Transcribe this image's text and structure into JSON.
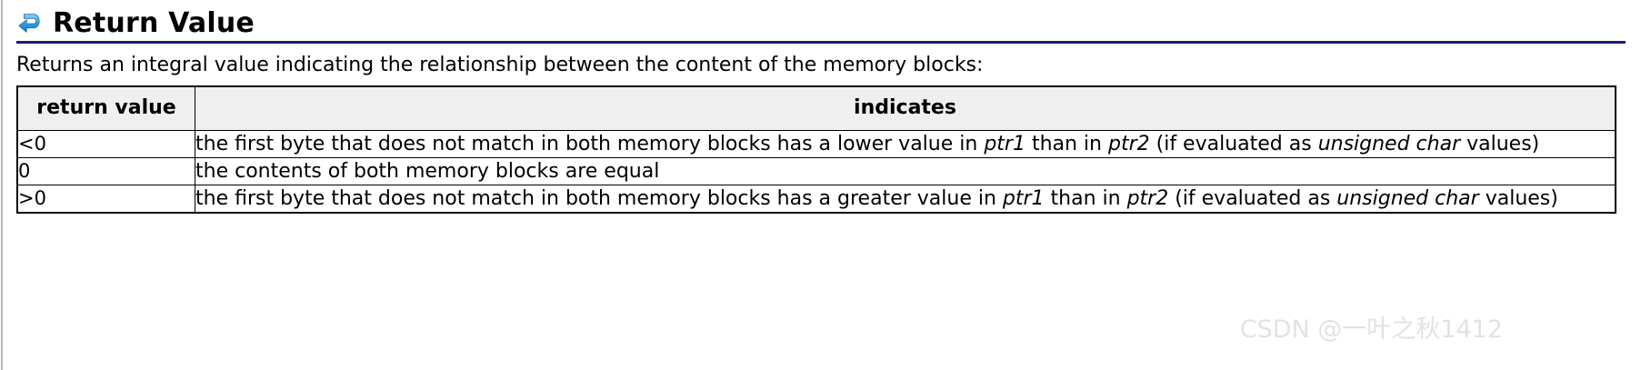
{
  "page": {
    "heading": {
      "icon": "return-arrow-icon",
      "title": "Return Value",
      "rule_color": "#1b1b7a"
    },
    "intro": "Returns an integral value indicating the relationship between the content of the memory blocks:",
    "table": {
      "headers": {
        "return_value": "return value",
        "indicates": "indicates"
      },
      "header_bg": "#efefef",
      "rows": [
        {
          "value": "<0",
          "parts": [
            {
              "text": "the first byte that does not match in both memory blocks has a lower value in ",
              "italic": false
            },
            {
              "text": "ptr1",
              "italic": true
            },
            {
              "text": " than in ",
              "italic": false
            },
            {
              "text": "ptr2",
              "italic": true
            },
            {
              "text": " (if evaluated as ",
              "italic": false
            },
            {
              "text": "unsigned char",
              "italic": true
            },
            {
              "text": " values)",
              "italic": false
            }
          ]
        },
        {
          "value": "0",
          "parts": [
            {
              "text": "the contents of both memory blocks are equal",
              "italic": false
            }
          ]
        },
        {
          "value": ">0",
          "parts": [
            {
              "text": "the first byte that does not match in both memory blocks has a greater value in ",
              "italic": false
            },
            {
              "text": "ptr1",
              "italic": true
            },
            {
              "text": " than in ",
              "italic": false
            },
            {
              "text": "ptr2",
              "italic": true
            },
            {
              "text": " (if evaluated as ",
              "italic": false
            },
            {
              "text": "unsigned char",
              "italic": true
            },
            {
              "text": " values)",
              "italic": false
            }
          ]
        }
      ]
    },
    "watermark": "CSDN @一叶之秋1412"
  }
}
